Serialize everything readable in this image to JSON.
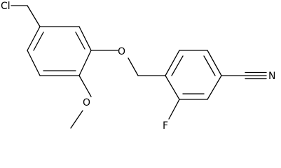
{
  "molecule": {
    "atoms": {
      "chlorine": "Cl",
      "ether_oxygen": "O",
      "methoxy_oxygen": "O",
      "fluorine": "F",
      "nitrile_nitrogen": "N"
    }
  }
}
